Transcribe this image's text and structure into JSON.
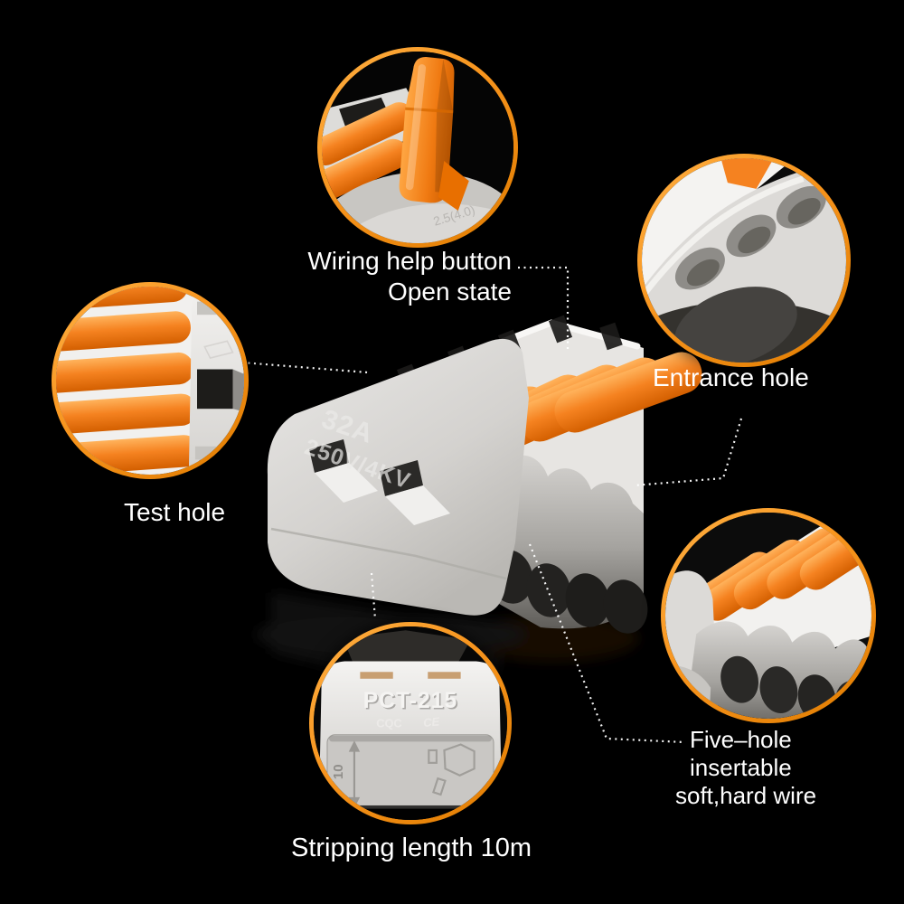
{
  "annotations": {
    "wiring_help_line1": "Wiring help button",
    "wiring_help_line2": "Open state",
    "entrance_hole": "Entrance hole",
    "test_hole": "Test hole",
    "five_hole_line1": "Five–hole insertable",
    "five_hole_line2": "soft,hard wire",
    "stripping_length": "Stripping length 10m"
  },
  "product_markings": {
    "current_rating": "32A",
    "voltage_rating": "250V/4KV",
    "model": "PCT-215",
    "cert_cqc": "CQC",
    "cert_ce": "CE",
    "wire_spec": "2.5(4.0)",
    "strip_length": "10"
  },
  "colors": {
    "accent_orange": "#f7941d",
    "lever_orange": "#f58220",
    "body_gray": "#d8d7d4",
    "background": "#000000",
    "label_text": "#ffffff"
  }
}
